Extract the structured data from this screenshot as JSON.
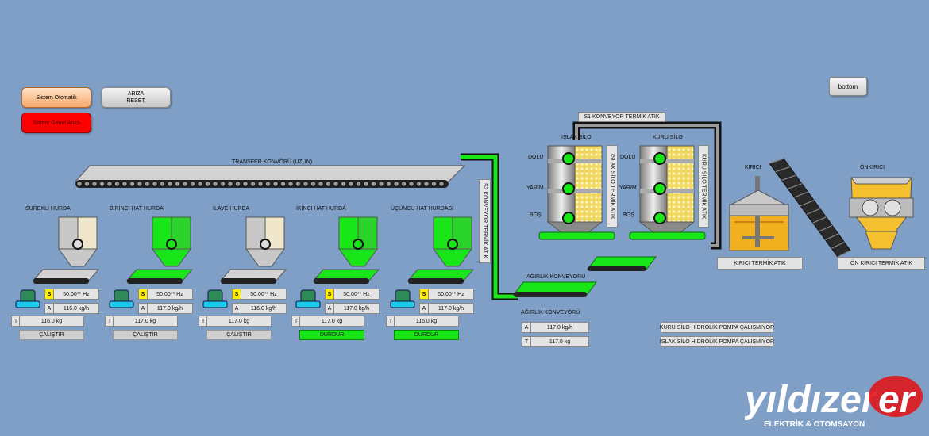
{
  "buttons": {
    "auto_mode": "Sistem Otomatik",
    "fault_reset_line1": "ARIZA",
    "fault_reset_line2": "RESET",
    "general_fault": "Sistem Genel Arıza",
    "bottom": "bottom"
  },
  "labels": {
    "transfer_conveyor": "TRANSFER KONVÖRÜ (UZUN)",
    "s1_waste": "S1 KONVEYOR TERMİK ATIK",
    "s2_waste": "S2 KONVEYOR TERMİK ATIK",
    "wet_silo": "ISLAK SİLO",
    "dry_silo": "KURU SİLO",
    "wet_silo_waste": "ISLAK SİLO TERMİK ATIK",
    "dry_silo_waste": "KURU SİLO TERMİK ATIK",
    "full": "DOLU",
    "half": "YARIM",
    "empty": "BOŞ",
    "crusher": "KIRICI",
    "pre_crusher": "ÖNKIRICI",
    "crusher_waste": "KIRICI TERMİK ATIK",
    "pre_crusher_waste": "ÖN KIRICI TERMİK ATIK",
    "weight_conveyor_upper": "AGIRLIK KONVEYORU",
    "weight_conveyor_lower": "AĞIRLIK KONVEYÖRÜ",
    "dry_pump": "KURU SİLO HİDROLİK POMPA ÇALIŞMIYOR",
    "wet_pump": "ISLAK SİLO HİDROLİK POMPA ÇALIŞMIYOR"
  },
  "weighing": {
    "a_letter": "A",
    "t_letter": "T",
    "rate": "117.0 kg/h",
    "total": "117.0 kg"
  },
  "feeders": [
    {
      "name": "SÜREKLİ HURDA",
      "hz": "50.00** Hz",
      "rate": "116.0 kg/h",
      "total": "116.0 kg",
      "status": "ÇALIŞTIR",
      "active": false
    },
    {
      "name": "BİRİNCİ HAT HURDA",
      "hz": "50.00** Hz",
      "rate": "117.0 kg/h",
      "total": "117.0 kg",
      "status": "ÇALIŞTIR",
      "active": true
    },
    {
      "name": "İLAVE HURDA",
      "hz": "50.00** Hz",
      "rate": "116.0 kg/h",
      "total": "117.0 kg",
      "status": "ÇALIŞTIR",
      "active": false
    },
    {
      "name": "İKİNCİ HAT HURDA",
      "hz": "50.00** Hz",
      "rate": "117.0 kg/h",
      "total": "117.0 kg",
      "status": "DURDUR",
      "active": true
    },
    {
      "name": "ÜÇÜNCÜ HAT HURDASI",
      "hz": "50.00** Hz",
      "rate": "117.0 kg/h",
      "total": "116.0 kg",
      "status": "DURDUR",
      "active": true
    }
  ],
  "letters": {
    "s": "S",
    "a": "A",
    "t": "T"
  },
  "brand": {
    "name": "yıldızer",
    "subtitle": "ELEKTRİK & OTOMSAYON"
  },
  "colors": {
    "background": "#7f9fc6",
    "active_green": "#19e619",
    "fault_red": "#ff0000",
    "brand_red": "#e0161b"
  }
}
